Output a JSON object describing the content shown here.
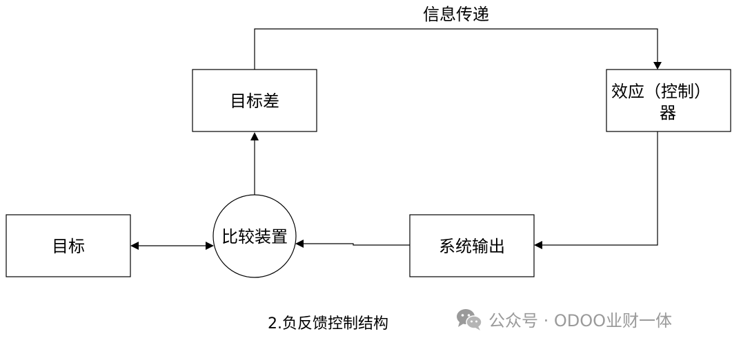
{
  "nodes": {
    "target": {
      "label": "目标"
    },
    "comparator": {
      "label": "比较装置"
    },
    "target_diff": {
      "label": "目标差"
    },
    "controller": {
      "label_line1": "效应（控制）",
      "label_line2": "器"
    },
    "system_output": {
      "label": "系统输出"
    }
  },
  "edges": {
    "info_transfer": {
      "label": "信息传递"
    }
  },
  "caption": "2.负反馈控制结构",
  "watermark": {
    "icon": "wechat-icon",
    "text": "公众号 · ODOO业财一体"
  },
  "colors": {
    "line": "#000000",
    "watermark": "#9a9a9a"
  }
}
